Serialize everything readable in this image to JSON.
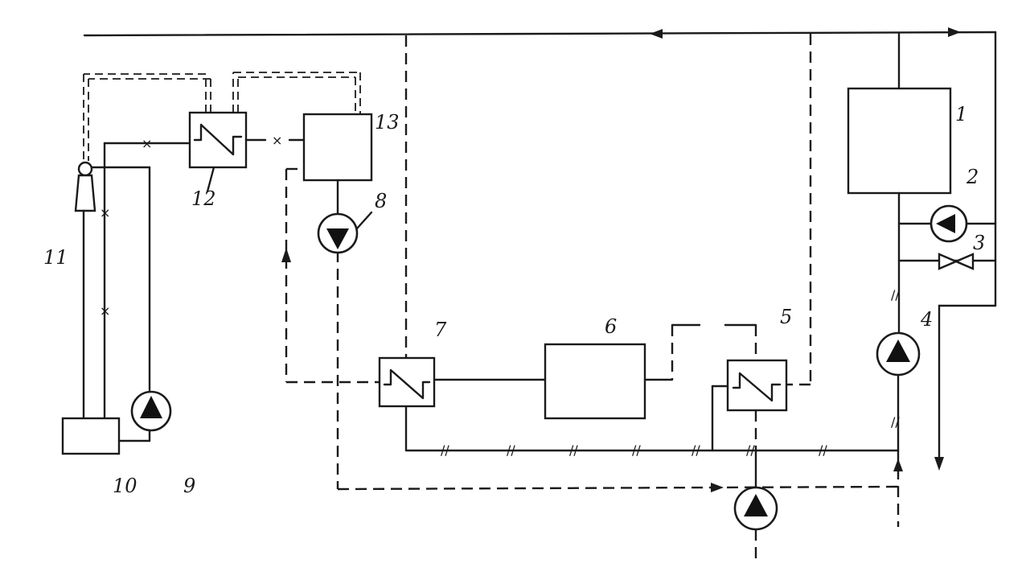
{
  "diagram": {
    "labels": {
      "n1": "1",
      "n2": "2",
      "n3": "3",
      "n4": "4",
      "n5": "5",
      "n6": "6",
      "n7": "7",
      "n8": "8",
      "n9": "9",
      "n10": "10",
      "n11": "11",
      "n12": "12",
      "n13": "13"
    },
    "line_marks": {
      "cross": "×",
      "double_slash": "//"
    }
  }
}
